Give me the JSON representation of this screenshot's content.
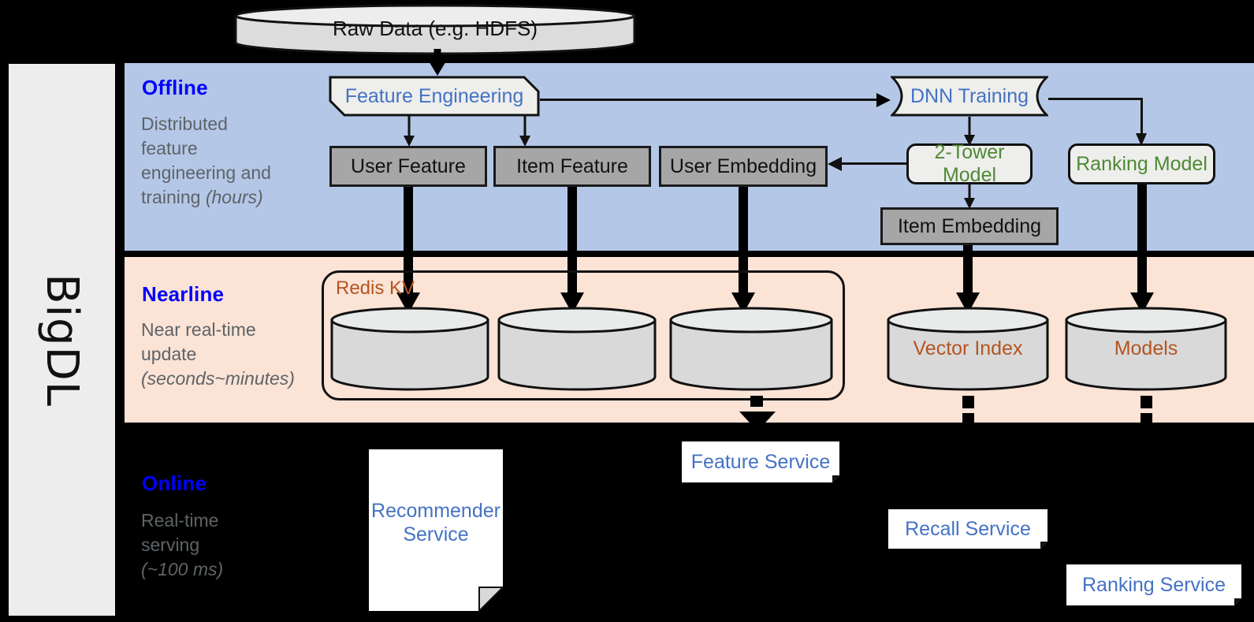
{
  "diagram": {
    "framework_label": "BigDL",
    "stages": [
      {
        "id": "offline",
        "title": "Offline",
        "description_line1": "Distributed",
        "description_line2": "feature",
        "description_line3": "engineering and",
        "description_line4": "training ",
        "description_italic": "(hours)",
        "band_color": "#B4C7E7"
      },
      {
        "id": "nearline",
        "title": "Nearline",
        "description_line1": "Near real-time",
        "description_line2": "update",
        "description_italic": "(seconds~minutes)",
        "band_color": "#FBE3D6"
      },
      {
        "id": "online",
        "title": "Online",
        "description_line1": "Real-time",
        "description_line2": "serving",
        "description_italic": "(~100 ms)",
        "band_color": "#000000"
      }
    ],
    "source": {
      "label": "Raw Data (e.g. HDFS)"
    },
    "offline_nodes": {
      "feature_engineering": "Feature Engineering",
      "dnn_training": "DNN Training",
      "user_feature": "User Feature",
      "item_feature": "Item Feature",
      "user_embedding": "User Embedding",
      "two_tower_model": "2-Tower Model",
      "ranking_model": "Ranking Model",
      "item_embedding": "Item Embedding"
    },
    "nearline_nodes": {
      "redis_kv": "Redis KV",
      "store_1": "",
      "store_2": "",
      "store_3": "",
      "vector_index": "Vector Index",
      "models": "Models"
    },
    "online_nodes": {
      "recommender_service_line1": "Recommender",
      "recommender_service_line2": "Service",
      "feature_service": "Feature Service",
      "recall_service": "Recall Service",
      "ranking_service": "Ranking Service"
    },
    "colors": {
      "stage_title": "#0000FF",
      "stage_desc": "#5E6366",
      "blue_node_text": "#4472C4",
      "green_node_text": "#4E8A33",
      "orange_node_text": "#B4551F",
      "gray_box_fill": "#A6A6A6",
      "light_box_fill": "#EEEEEC",
      "offline_band": "#B4C7E7",
      "nearline_band": "#FBE3D6",
      "online_band": "#000000",
      "rail_fill": "#EDEDED"
    }
  }
}
